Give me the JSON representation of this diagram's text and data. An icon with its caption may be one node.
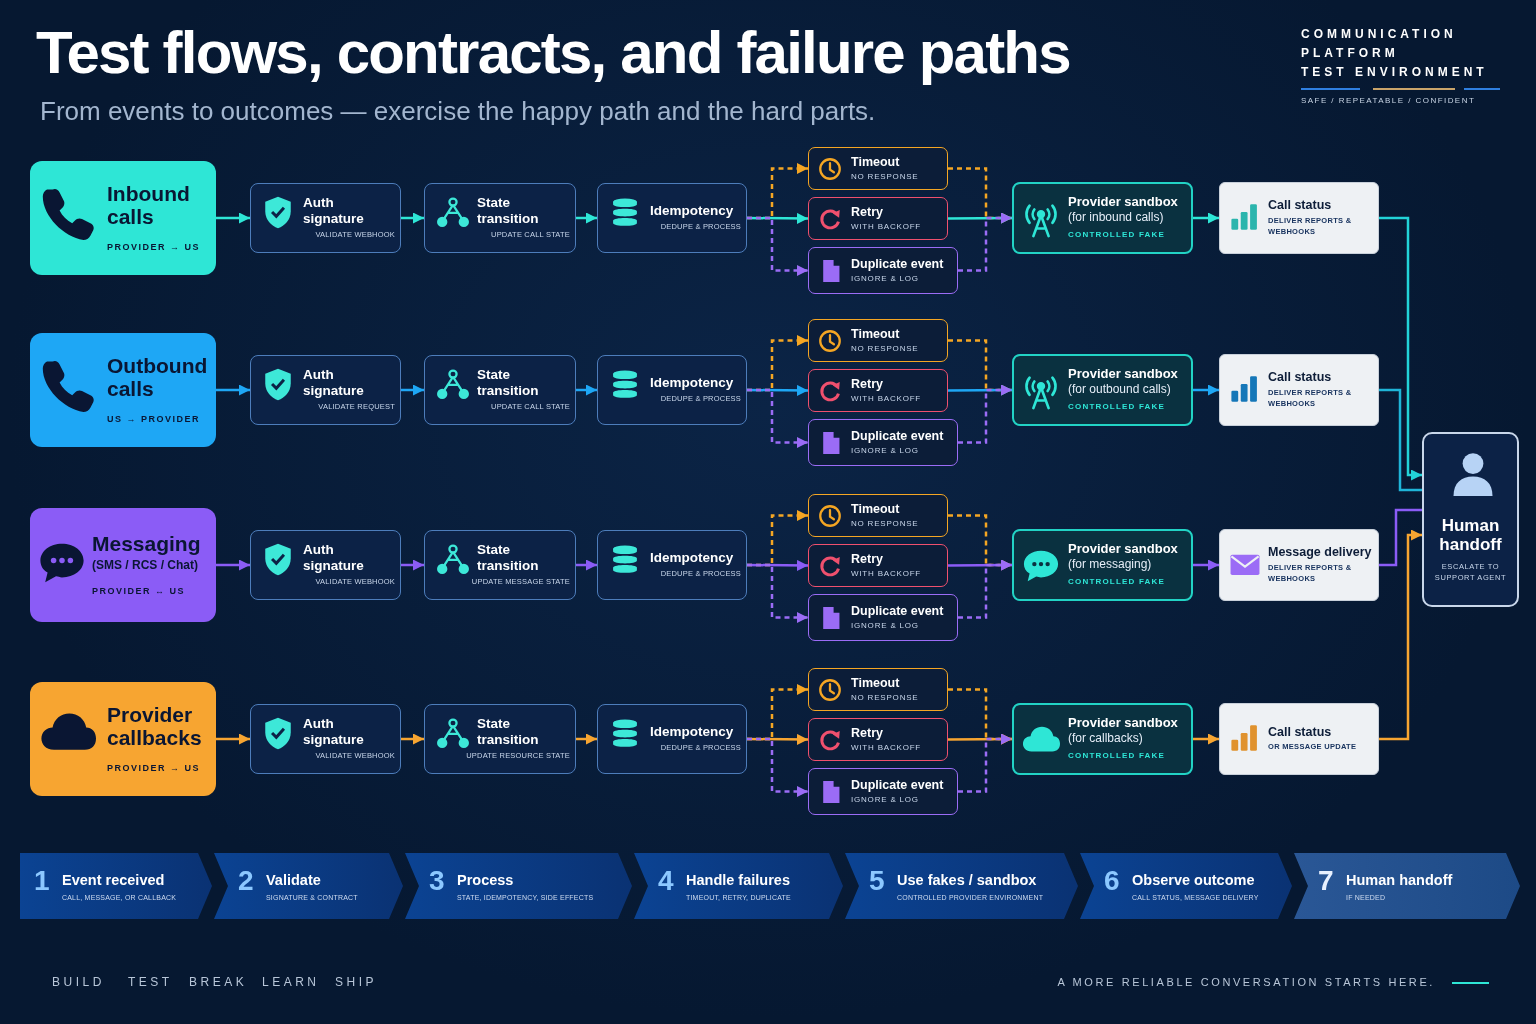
{
  "diagram": {
    "title": "Test flows, contracts, and failure paths",
    "nodes": [
      {
        "text": [
          "Inbound calls",
          "PROVIDER → US"
        ]
      },
      {
        "text": [
          "Auth signature",
          "VALIDATE WEBHOOK"
        ]
      },
      {
        "text": [
          "State transition",
          "UPDATE CALL STATE"
        ]
      },
      {
        "text": [
          "Idempotency",
          "DEDUPE & PROCESS"
        ]
      },
      {
        "text": [
          "Timeout",
          "NO RESPONSE"
        ]
      },
      {
        "text": [
          "Retry",
          "WITH BACKOFF"
        ]
      },
      {
        "text": [
          "Duplicate event",
          "IGNORE & LOG"
        ]
      },
      {
        "text": [
          "Provider sandbox",
          "(for inbound calls)",
          "CONTROLLED FAKE"
        ]
      },
      {
        "text": [
          "Call status",
          "DELIVER REPORTS & WEBHOOKS"
        ]
      },
      {
        "text": [
          "Outbound calls",
          "US → PROVIDER"
        ]
      },
      {
        "text": [
          "Auth signature",
          "VALIDATE REQUEST"
        ]
      },
      {
        "text": [
          "State transition",
          "UPDATE CALL STATE"
        ]
      },
      {
        "text": [
          "Idempotency",
          "DEDUPE & PROCESS"
        ]
      },
      {
        "text": [
          "Timeout",
          "NO RESPONSE"
        ]
      },
      {
        "text": [
          "Retry",
          "WITH BACKOFF"
        ]
      },
      {
        "text": [
          "Duplicate event",
          "IGNORE & LOG"
        ]
      },
      {
        "text": [
          "Provider sandbox",
          "(for outbound calls)",
          "CONTROLLED FAKE"
        ]
      },
      {
        "text": [
          "Call status",
          "DELIVER REPORTS & WEBHOOKS"
        ]
      },
      {
        "text": [
          "Messaging",
          "(SMS / RCS / Chat)",
          "PROVIDER ↔ US"
        ]
      },
      {
        "text": [
          "Auth signature",
          "VALIDATE WEBHOOK"
        ]
      },
      {
        "text": [
          "State transition",
          "UPDATE MESSAGE STATE"
        ]
      },
      {
        "text": [
          "Idempotency",
          "DEDUPE & PROCESS"
        ]
      },
      {
        "text": [
          "Timeout",
          "NO RESPONSE"
        ]
      },
      {
        "text": [
          "Retry",
          "WITH BACKOFF"
        ]
      },
      {
        "text": [
          "Duplicate event",
          "IGNORE & LOG"
        ]
      },
      {
        "text": [
          "Provider sandbox",
          "(for messaging)",
          "CONTROLLED FAKE"
        ]
      },
      {
        "text": [
          "Message delivery",
          "DELIVER REPORTS & WEBHOOKS"
        ]
      },
      {
        "text": [
          "Provider callbacks",
          "PROVIDER → US"
        ]
      },
      {
        "text": [
          "Auth signature",
          "VALIDATE WEBHOOK"
        ]
      },
      {
        "text": [
          "State transition",
          "UPDATE RESOURCE STATE"
        ]
      },
      {
        "text": [
          "Idempotency",
          "DEDUPE & PROCESS"
        ]
      },
      {
        "text": [
          "Timeout",
          "NO RESPONSE"
        ]
      },
      {
        "text": [
          "Retry",
          "WITH BACKOFF"
        ]
      },
      {
        "text": [
          "Duplicate event",
          "IGNORE & LOG"
        ]
      },
      {
        "text": [
          "Provider sandbox",
          "(for callbacks)",
          "CONTROLLED FAKE"
        ]
      },
      {
        "text": [
          "Call status",
          "OR MESSAGE UPDATE"
        ]
      },
      {
        "text": [
          "Human handoff",
          "ESCALATE TO SUPPORT AGENT"
        ]
      },
      {
        "text": [
          "1",
          "Event received",
          "CALL, MESSAGE, OR CALLBACK"
        ]
      },
      {
        "text": [
          "2",
          "Validate",
          "SIGNATURE & CONTRACT"
        ]
      },
      {
        "text": [
          "3",
          "Process",
          "STATE, IDEMPOTENCY, SIDE EFFECTS"
        ]
      },
      {
        "text": [
          "4",
          "Handle failures",
          "TIMEOUT, RETRY, DUPLICATE"
        ]
      },
      {
        "text": [
          "5",
          "Use fakes / sandbox",
          "CONTROLLED PROVIDER ENVIRONMENT"
        ]
      },
      {
        "text": [
          "6",
          "Observe outcome",
          "CALL STATUS, MESSAGE DELIVERY"
        ]
      },
      {
        "text": [
          "7",
          "Human handoff",
          "IF NEEDED"
        ]
      }
    ],
    "edges": [
      {
        "from": 0,
        "to": 1,
        "arrow": "to",
        "color": "#2ee6d6"
      },
      {
        "from": 1,
        "to": 2,
        "arrow": "to",
        "color": "#2ee6d6"
      },
      {
        "from": 2,
        "to": 3,
        "arrow": "to",
        "color": "#2ee6d6"
      },
      {
        "from": 3,
        "to": 4,
        "arrow": "to",
        "style": "dashed",
        "color": "#f5a623"
      },
      {
        "from": 3,
        "to": 5,
        "arrow": "to",
        "color": "#2ee6d6"
      },
      {
        "from": 3,
        "to": 6,
        "arrow": "to",
        "style": "dashed",
        "color": "#9b6cf6"
      },
      {
        "from": 4,
        "to": 7,
        "arrow": "to",
        "style": "dashed",
        "color": "#f5a623"
      },
      {
        "from": 5,
        "to": 7,
        "arrow": "to",
        "color": "#2ee6d6"
      },
      {
        "from": 6,
        "to": 7,
        "arrow": "to",
        "style": "dashed",
        "color": "#9b6cf6"
      },
      {
        "from": 7,
        "to": 8,
        "arrow": "to",
        "color": "#2ee6d6"
      },
      {
        "from": 8,
        "to": 36,
        "arrow": "to",
        "color": "#22d3d8"
      },
      {
        "from": 9,
        "to": 10,
        "arrow": "to",
        "color": "#1ea7f5"
      },
      {
        "from": 10,
        "to": 11,
        "arrow": "to",
        "color": "#1ea7f5"
      },
      {
        "from": 11,
        "to": 12,
        "arrow": "to",
        "color": "#1ea7f5"
      },
      {
        "from": 12,
        "to": 13,
        "arrow": "to",
        "style": "dashed",
        "color": "#f5a623"
      },
      {
        "from": 12,
        "to": 14,
        "arrow": "to",
        "color": "#1ea7f5"
      },
      {
        "from": 12,
        "to": 15,
        "arrow": "to",
        "style": "dashed",
        "color": "#9b6cf6"
      },
      {
        "from": 13,
        "to": 16,
        "arrow": "to",
        "style": "dashed",
        "color": "#f5a623"
      },
      {
        "from": 14,
        "to": 16,
        "arrow": "to",
        "color": "#1ea7f5"
      },
      {
        "from": 15,
        "to": 16,
        "arrow": "to",
        "style": "dashed",
        "color": "#9b6cf6"
      },
      {
        "from": 16,
        "to": 17,
        "arrow": "to",
        "color": "#1ea7f5"
      },
      {
        "from": 17,
        "to": 36,
        "arrow": "none",
        "color": "#1fb5d8"
      },
      {
        "from": 18,
        "to": 19,
        "arrow": "to",
        "color": "#8b5cf6"
      },
      {
        "from": 19,
        "to": 20,
        "arrow": "to",
        "color": "#8b5cf6"
      },
      {
        "from": 20,
        "to": 21,
        "arrow": "to",
        "color": "#8b5cf6"
      },
      {
        "from": 21,
        "to": 22,
        "arrow": "to",
        "style": "dashed",
        "color": "#f5a623"
      },
      {
        "from": 21,
        "to": 23,
        "arrow": "to",
        "color": "#8b5cf6"
      },
      {
        "from": 21,
        "to": 24,
        "arrow": "to",
        "style": "dashed",
        "color": "#9b6cf6"
      },
      {
        "from": 22,
        "to": 25,
        "arrow": "to",
        "style": "dashed",
        "color": "#f5a623"
      },
      {
        "from": 23,
        "to": 25,
        "arrow": "to",
        "color": "#8b5cf6"
      },
      {
        "from": 24,
        "to": 25,
        "arrow": "to",
        "style": "dashed",
        "color": "#9b6cf6"
      },
      {
        "from": 25,
        "to": 26,
        "arrow": "to",
        "color": "#8b5cf6"
      },
      {
        "from": 26,
        "to": 36,
        "arrow": "none",
        "color": "#8b5cf6"
      },
      {
        "from": 27,
        "to": 28,
        "arrow": "to",
        "color": "#f7a531"
      },
      {
        "from": 28,
        "to": 29,
        "arrow": "to",
        "color": "#f7a531"
      },
      {
        "from": 29,
        "to": 30,
        "arrow": "to",
        "color": "#f7a531"
      },
      {
        "from": 30,
        "to": 31,
        "arrow": "to",
        "style": "dashed",
        "color": "#f5a623"
      },
      {
        "from": 30,
        "to": 32,
        "arrow": "to",
        "color": "#f7a531"
      },
      {
        "from": 30,
        "to": 33,
        "arrow": "to",
        "style": "dashed",
        "color": "#9b6cf6"
      },
      {
        "from": 31,
        "to": 34,
        "arrow": "to",
        "style": "dashed",
        "color": "#f5a623"
      },
      {
        "from": 32,
        "to": 34,
        "arrow": "to",
        "color": "#f7a531"
      },
      {
        "from": 33,
        "to": 34,
        "arrow": "to",
        "style": "dashed",
        "color": "#9b6cf6"
      },
      {
        "from": 34,
        "to": 35,
        "arrow": "to",
        "color": "#f7a531"
      },
      {
        "from": 35,
        "to": 36,
        "arrow": "to",
        "color": "#f7a531"
      }
    ],
    "labels": [
      "From events to outcomes — exercise the happy path and the hard parts.",
      "COMMUNICATION",
      "PLATFORM",
      "TEST ENVIRONMENT",
      "SAFE / REPEATABLE / CONFIDENT",
      "BUILD",
      "TEST",
      "BREAK",
      "LEARN",
      "SHIP",
      "A MORE RELIABLE CONVERSATION STARTS HERE."
    ]
  }
}
